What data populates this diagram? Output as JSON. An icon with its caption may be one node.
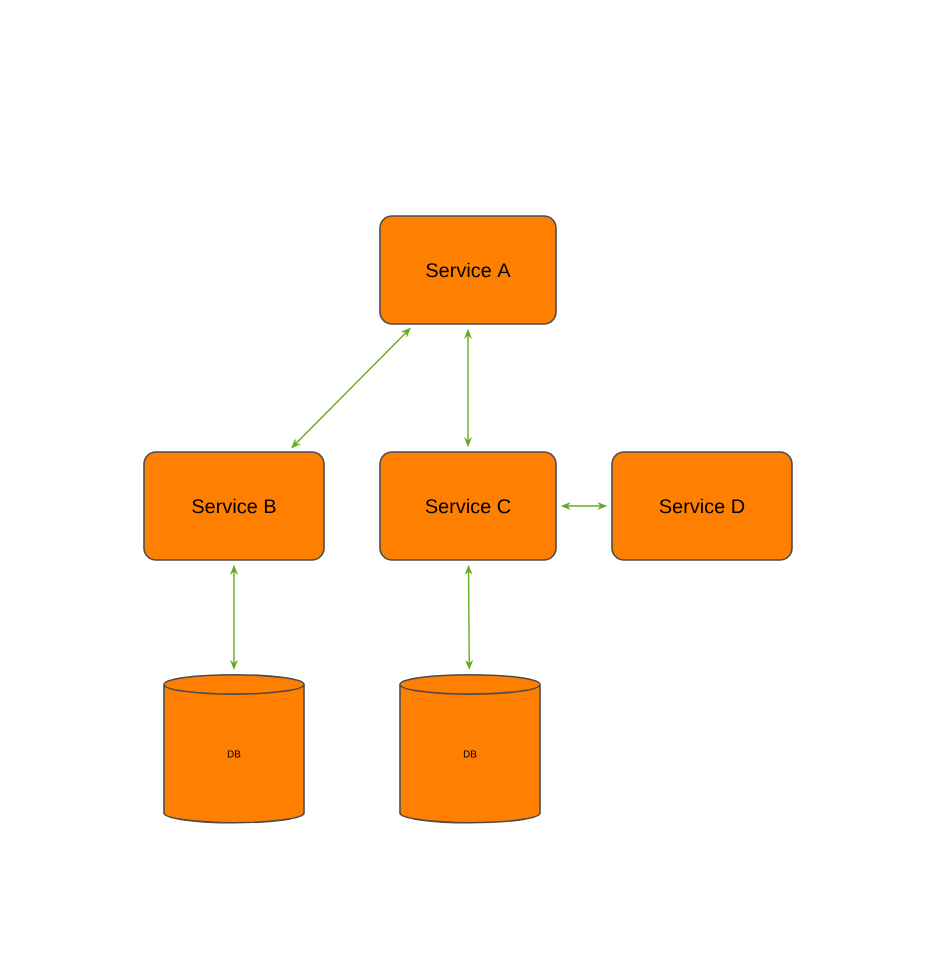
{
  "diagram": {
    "nodes": [
      {
        "text": [
          "Service A"
        ]
      },
      {
        "text": [
          "Service B"
        ]
      },
      {
        "text": [
          "Service C"
        ]
      },
      {
        "text": [
          "Service D"
        ]
      },
      {
        "text": [
          "DB"
        ]
      },
      {
        "text": [
          "DB"
        ]
      }
    ],
    "edges": [
      {
        "from": 0,
        "to": 1,
        "arrow": "both"
      },
      {
        "from": 0,
        "to": 2,
        "arrow": "both"
      },
      {
        "from": 2,
        "to": 3,
        "arrow": "both"
      },
      {
        "from": 1,
        "to": 4,
        "arrow": "both"
      },
      {
        "from": 2,
        "to": 5,
        "arrow": "both"
      }
    ]
  }
}
